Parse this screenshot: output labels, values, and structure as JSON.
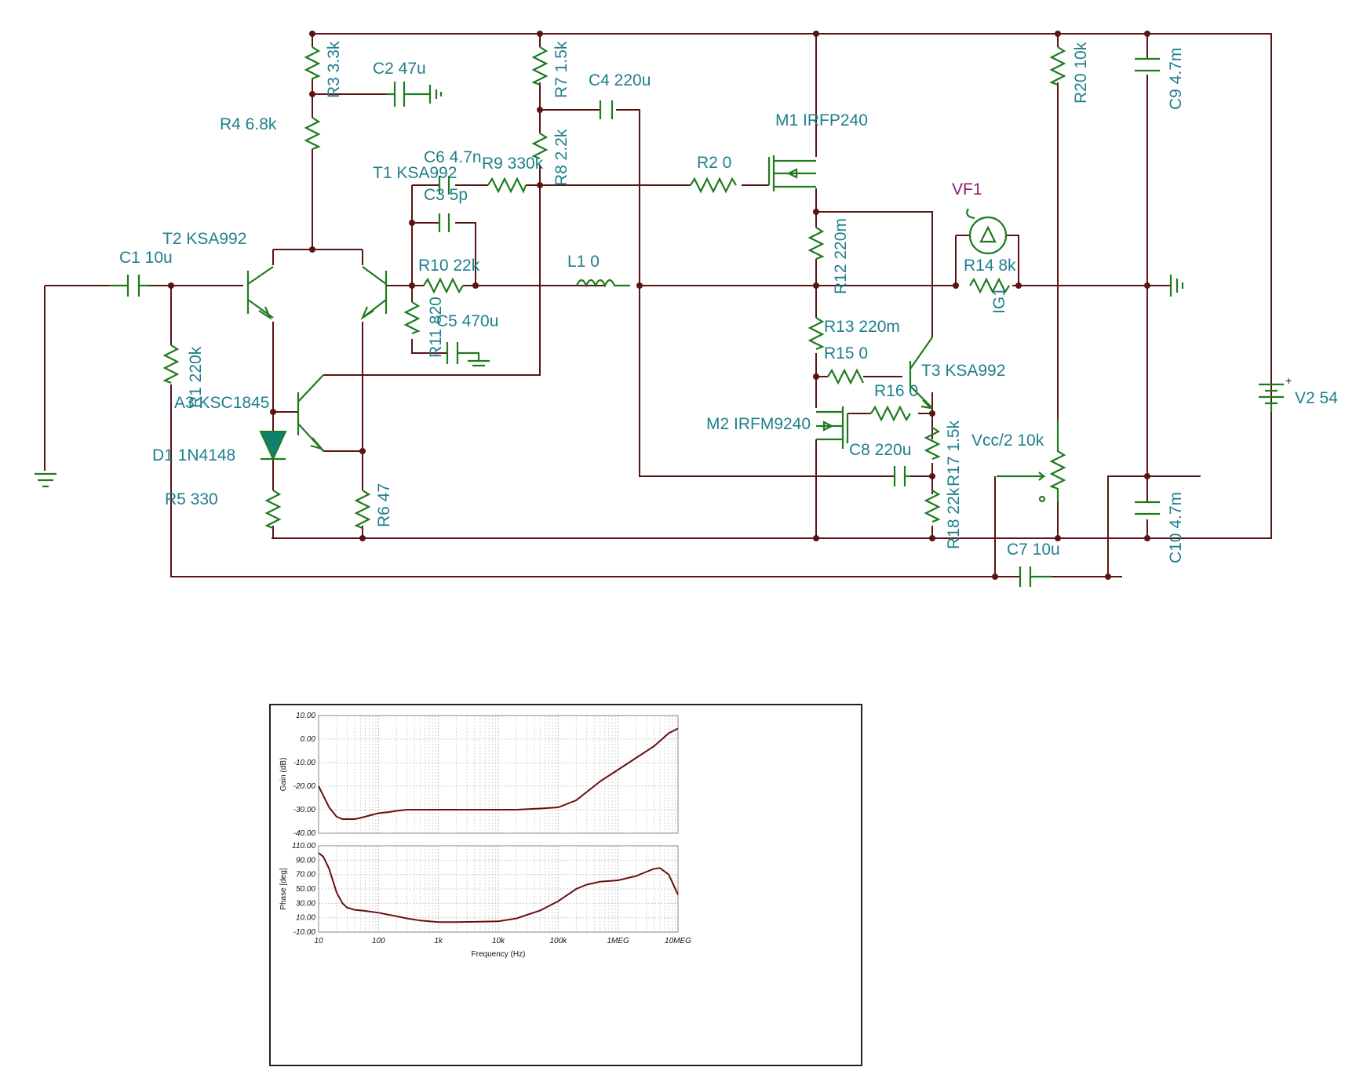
{
  "schematic": {
    "labels": {
      "C1": "C1 10u",
      "C2": "C2 47u",
      "C3": "C3 5p",
      "C4": "C4 220u",
      "C5": "C5 470u",
      "C6": "C6 4.7n",
      "C7": "C7 10u",
      "C8": "C8 220u",
      "C9": "C9 4.7m",
      "C10": "C10 4.7m",
      "R1": "R1 220k",
      "R2": "R2 0",
      "R3": "R3 3.3k",
      "R4": "R4 6.8k",
      "R5": "R5 330",
      "R6": "R6 47",
      "R7": "R7 1.5k",
      "R8": "R8 2.2k",
      "R9": "R9 330k",
      "R10": "R10 22k",
      "R11": "R11 820",
      "R12": "R12 220m",
      "R13": "R13 220m",
      "R14": "R14 8k",
      "R15": "R15 0",
      "R16": "R16 0",
      "R17": "R17 1.5k",
      "R18": "R18 22k",
      "R20": "R20 10k",
      "T1": "T1 KSA992",
      "T2": "T2 KSA992",
      "T3": "T3 KSA992",
      "A3": "A3 KSC1845",
      "D1": "D1 1N4148",
      "L1": "L1 0",
      "M1": "M1 IRFP240",
      "M2": "M2 IRFM9240",
      "VF1": "VF1",
      "IG1": "IG1",
      "V2": "V2 54",
      "POT": "Vcc/2 10k",
      "V2_plus": "+"
    }
  },
  "chart_data": [
    {
      "type": "line",
      "xlabel": "Frequency (Hz)",
      "ylabel": "Gain (dB)",
      "xscale": "log",
      "xlim": [
        10,
        10000000
      ],
      "ylim": [
        -40,
        10
      ],
      "yticks": [
        "10.00",
        "0.00",
        "-10.00",
        "-20.00",
        "-30.00",
        "-40.00"
      ],
      "grid": true,
      "series": [
        {
          "color": "#6b0f0f",
          "x": [
            10,
            15,
            20,
            25,
            30,
            40,
            50,
            70,
            100,
            150,
            200,
            300,
            500,
            1000,
            2000,
            5000,
            10000,
            20000,
            50000,
            100000,
            200000,
            500000,
            1000000,
            2000000,
            4000000,
            7000000,
            10000000
          ],
          "y": [
            -20,
            -29,
            -33,
            -34,
            -34,
            -34,
            -33.5,
            -32.5,
            -31.5,
            -31,
            -30.5,
            -30,
            -30,
            -30,
            -30,
            -30,
            -30,
            -30,
            -29.5,
            -29,
            -26,
            -18,
            -13,
            -8,
            -3,
            2.5,
            4.5
          ]
        }
      ]
    },
    {
      "type": "line",
      "xlabel": "Frequency (Hz)",
      "ylabel": "Phase [deg]",
      "xscale": "log",
      "xlim": [
        10,
        10000000
      ],
      "ylim": [
        -10,
        110
      ],
      "xticks": [
        "10",
        "100",
        "1k",
        "10k",
        "100k",
        "1MEG",
        "10MEG"
      ],
      "yticks": [
        "110.00",
        "90.00",
        "70.00",
        "50.00",
        "30.00",
        "10.00",
        "-10.00"
      ],
      "grid": true,
      "series": [
        {
          "color": "#6b0f0f",
          "x": [
            10,
            12,
            15,
            20,
            25,
            30,
            40,
            60,
            100,
            150,
            200,
            300,
            500,
            1000,
            2000,
            5000,
            10000,
            20000,
            50000,
            100000,
            200000,
            300000,
            500000,
            1000000,
            2000000,
            3000000,
            4000000,
            5000000,
            7000000,
            10000000
          ],
          "y": [
            100,
            95,
            78,
            45,
            30,
            24,
            21,
            19.5,
            17,
            14,
            12,
            9,
            6,
            4,
            4,
            4.5,
            5,
            9,
            20,
            33,
            50,
            56,
            60,
            62,
            68,
            74,
            78,
            79,
            70,
            42
          ]
        }
      ]
    }
  ]
}
